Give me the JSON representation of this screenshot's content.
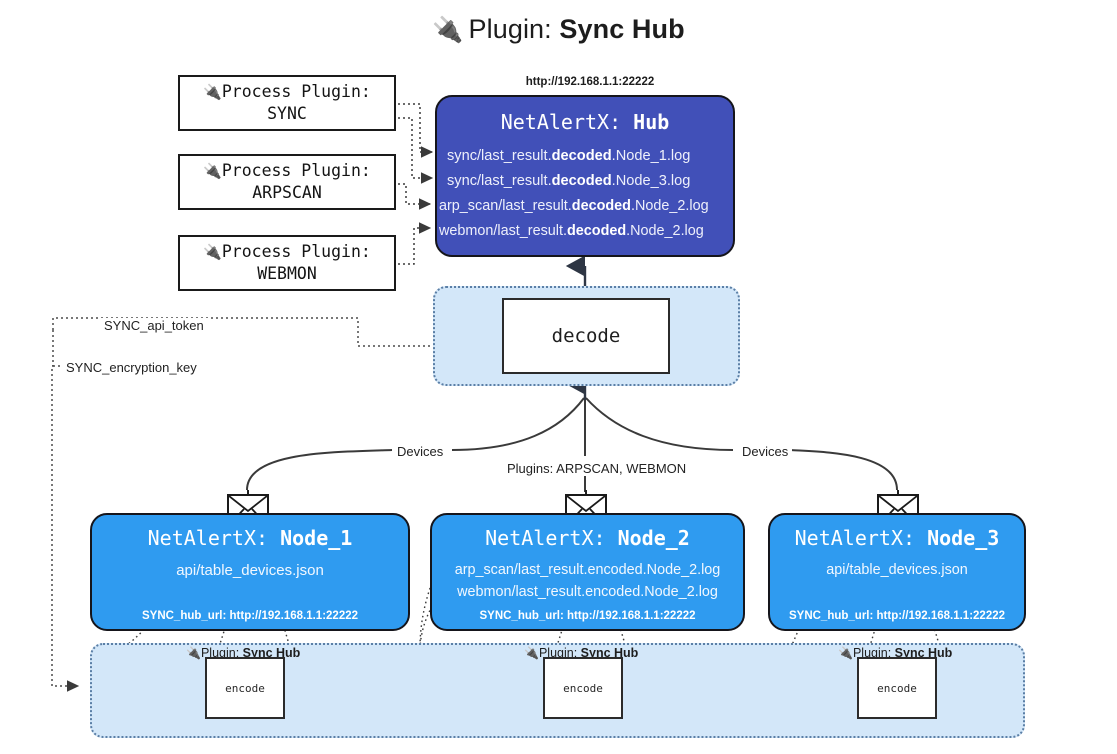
{
  "title": {
    "icon": "plug-icon",
    "prefix": "Plugin: ",
    "name": "Sync Hub",
    "glyph": "🔌"
  },
  "colors": {
    "hub_fill": "#4150b8",
    "node_fill": "#2f9bf0",
    "band_fill": "#d3e7f9",
    "band_border": "#5b7fa6",
    "outline": "#15151b",
    "page_bg": "#ffffff"
  },
  "process_plugins": [
    {
      "line1": "Process Plugin:",
      "line2": "SYNC",
      "icon": "plug-icon"
    },
    {
      "line1": "Process Plugin:",
      "line2": "ARPSCAN",
      "icon": "plug-icon"
    },
    {
      "line1": "Process Plugin:",
      "line2": "WEBMON",
      "icon": "plug-icon"
    }
  ],
  "hub": {
    "url": "http://192.168.1.1:22222",
    "prefix": "NetAlertX: ",
    "name": "Hub",
    "rows": [
      {
        "pre": "sync/last_result.",
        "mid": "decoded",
        "post": ".Node_1.log"
      },
      {
        "pre": "sync/last_result.",
        "mid": "decoded",
        "post": ".Node_3.log"
      },
      {
        "pre": "arp_scan/last_result.",
        "mid": "decoded",
        "post": ".Node_2.log"
      },
      {
        "pre": "webmon/last_result.",
        "mid": "decoded",
        "post": ".Node_2.log"
      }
    ]
  },
  "decode": {
    "box_label": "decode"
  },
  "edge_labels": {
    "devices_left": "Devices",
    "devices_right": "Devices",
    "plugins_center": "Plugins: ARPSCAN, WEBMON",
    "api_token": "SYNC_api_token",
    "encryption_key": "SYNC_encryption_key"
  },
  "nodes": [
    {
      "prefix": "NetAlertX: ",
      "name": "Node_1",
      "lines": [
        "api/table_devices.json"
      ],
      "footer": "SYNC_hub_url: http://192.168.1.1:22222",
      "icon": "envelope-icon"
    },
    {
      "prefix": "NetAlertX: ",
      "name": "Node_2",
      "lines": [
        "arp_scan/last_result.encoded.Node_2.log",
        "webmon/last_result.encoded.Node_2.log"
      ],
      "footer": "SYNC_hub_url: http://192.168.1.1:22222",
      "icon": "envelope-icon"
    },
    {
      "prefix": "NetAlertX: ",
      "name": "Node_3",
      "lines": [
        "api/table_devices.json"
      ],
      "footer": "SYNC_hub_url: http://192.168.1.1:22222",
      "icon": "envelope-icon"
    }
  ],
  "encode_units": [
    {
      "label_prefix": "Plugin: ",
      "label_name": "Sync Hub",
      "box_label": "encode",
      "icon": "plug-icon"
    },
    {
      "label_prefix": "Plugin: ",
      "label_name": "Sync Hub",
      "box_label": "encode",
      "icon": "plug-icon"
    },
    {
      "label_prefix": "Plugin: ",
      "label_name": "Sync Hub",
      "box_label": "encode",
      "icon": "plug-icon"
    }
  ]
}
